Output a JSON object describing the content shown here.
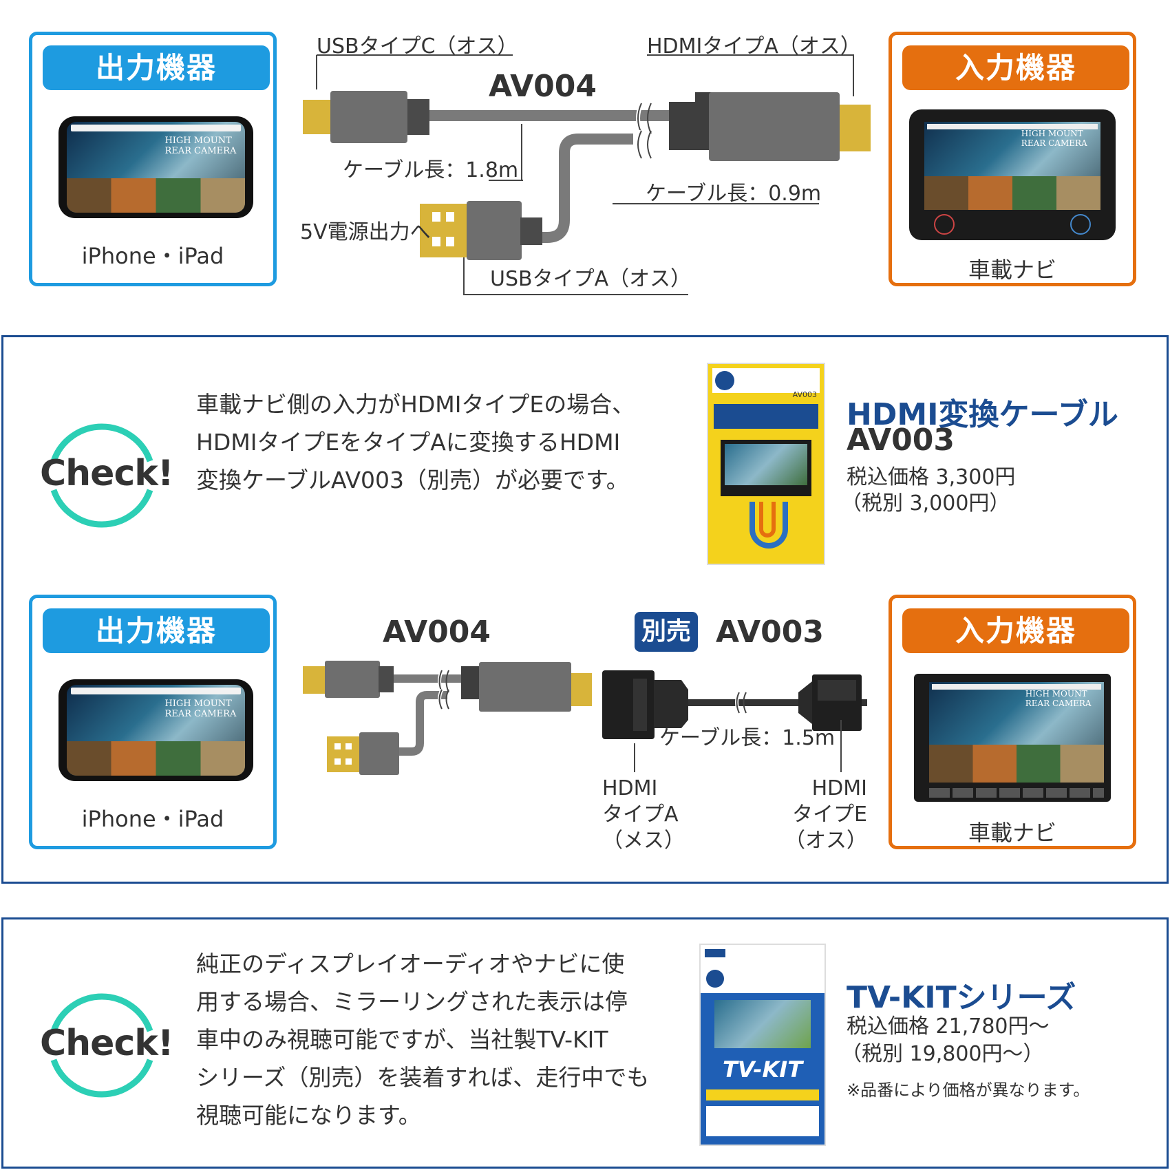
{
  "top_diagram": {
    "output_device": {
      "header": "出力機器",
      "caption": "iPhone・iPad"
    },
    "input_device": {
      "header": "入力機器",
      "caption": "車載ナビ"
    },
    "product_code": "AV004",
    "usb_c_label": "USBタイプC（オス）",
    "hdmi_a_label": "HDMIタイプA（オス）",
    "cable_length_main": "ケーブル長：1.8m",
    "cable_length_power": "ケーブル長：0.9m",
    "power_label": "5V電源出力へ",
    "usb_a_label": "USBタイプA（オス）",
    "screen_text": "HIGH MOUNT REAR CAMERA"
  },
  "check1": {
    "badge": "Check!",
    "lines": [
      "車載ナビ側の入力がHDMIタイプEの場合、",
      "HDMIタイプEをタイプAに変換するHDMI",
      "変換ケーブルAV003（別売）が必要です。"
    ],
    "product": {
      "title": "HDMI変換ケーブル",
      "code": "AV003",
      "price": "税込価格 3,300円",
      "price_ex": "（税別 3,000円）",
      "package_label": "AV003"
    }
  },
  "bottom_diagram": {
    "output_device": {
      "header": "出力機器",
      "caption": "iPhone・iPad"
    },
    "input_device": {
      "header": "入力機器",
      "caption": "車載ナビ"
    },
    "av004_label": "AV004",
    "sold_separately": "別売",
    "av003_label": "AV003",
    "cable_length": "ケーブル長：1.5m",
    "hdmi_a": [
      "HDMI",
      "タイプA",
      "（メス）"
    ],
    "hdmi_e": [
      "HDMI",
      "タイプE",
      "（オス）"
    ]
  },
  "check2": {
    "badge": "Check!",
    "lines": [
      "純正のディスプレイオーディオやナビに使",
      "用する場合、ミラーリングされた表示は停",
      "車中のみ視聴可能ですが、当社製TV-KIT",
      "シリーズ（別売）を装着すれば、走行中でも",
      "視聴可能になります。"
    ],
    "product": {
      "title": "TV-KITシリーズ",
      "price": "税込価格 21,780円～",
      "price_ex": "（税別 19,800円～）",
      "note": "※品番により価格が異なります。",
      "package_logo": "TV-KIT"
    }
  },
  "colors": {
    "blue": "#1e9be0",
    "orange": "#e56f0f",
    "navy": "#1b4c91",
    "teal": "#2ccfb5"
  }
}
